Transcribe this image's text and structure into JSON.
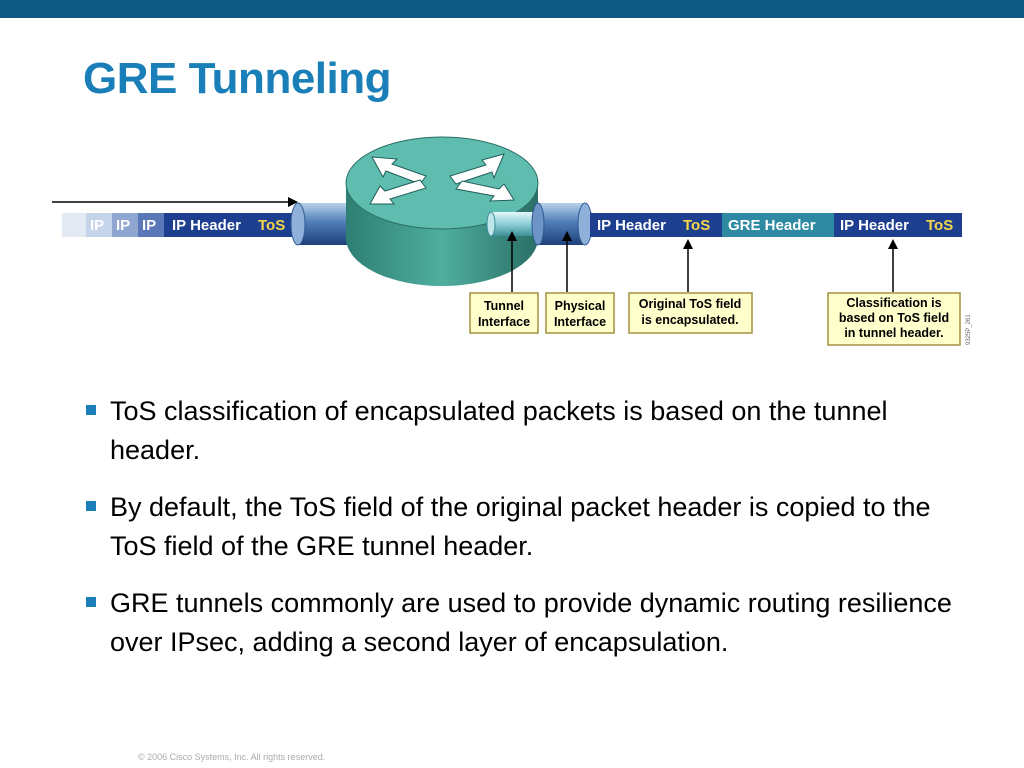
{
  "slide": {
    "title": "GRE Tunneling",
    "footer": "© 2006 Cisco Systems, Inc. All rights reserved."
  },
  "diagram": {
    "incoming_packet": {
      "ghost_labels": [
        "IP",
        "IP",
        "IP"
      ],
      "header": "IP Header",
      "tos": "ToS"
    },
    "outgoing_packet": {
      "inner_header": "IP Header",
      "inner_tos": "ToS",
      "gre_header": "GRE Header",
      "outer_header": "IP Header",
      "outer_tos": "ToS"
    },
    "callouts": {
      "tunnel_interface": [
        "Tunnel",
        "Interface"
      ],
      "physical_interface": [
        "Physical",
        "Interface"
      ],
      "original_tos": [
        "Original ToS field",
        "is encapsulated."
      ],
      "classification": [
        "Classification is",
        "based on ToS field",
        "in tunnel header."
      ]
    },
    "figure_id": "9325P_261",
    "colors": {
      "packet_blue": "#1e3f8f",
      "gre_teal": "#2e8aa3",
      "tos_yellow": "#f5d54a",
      "callout_fill": "#ffffcc",
      "callout_border": "#a39140",
      "router_teal": "#3f9f92"
    }
  },
  "bullets": [
    "ToS classification of encapsulated packets is based on the tunnel header.",
    "By default, the ToS field of the original packet header is copied to the ToS field of the GRE tunnel header.",
    "GRE tunnels commonly are used to provide dynamic routing resilience over IPsec, adding a second layer of encapsulation."
  ]
}
